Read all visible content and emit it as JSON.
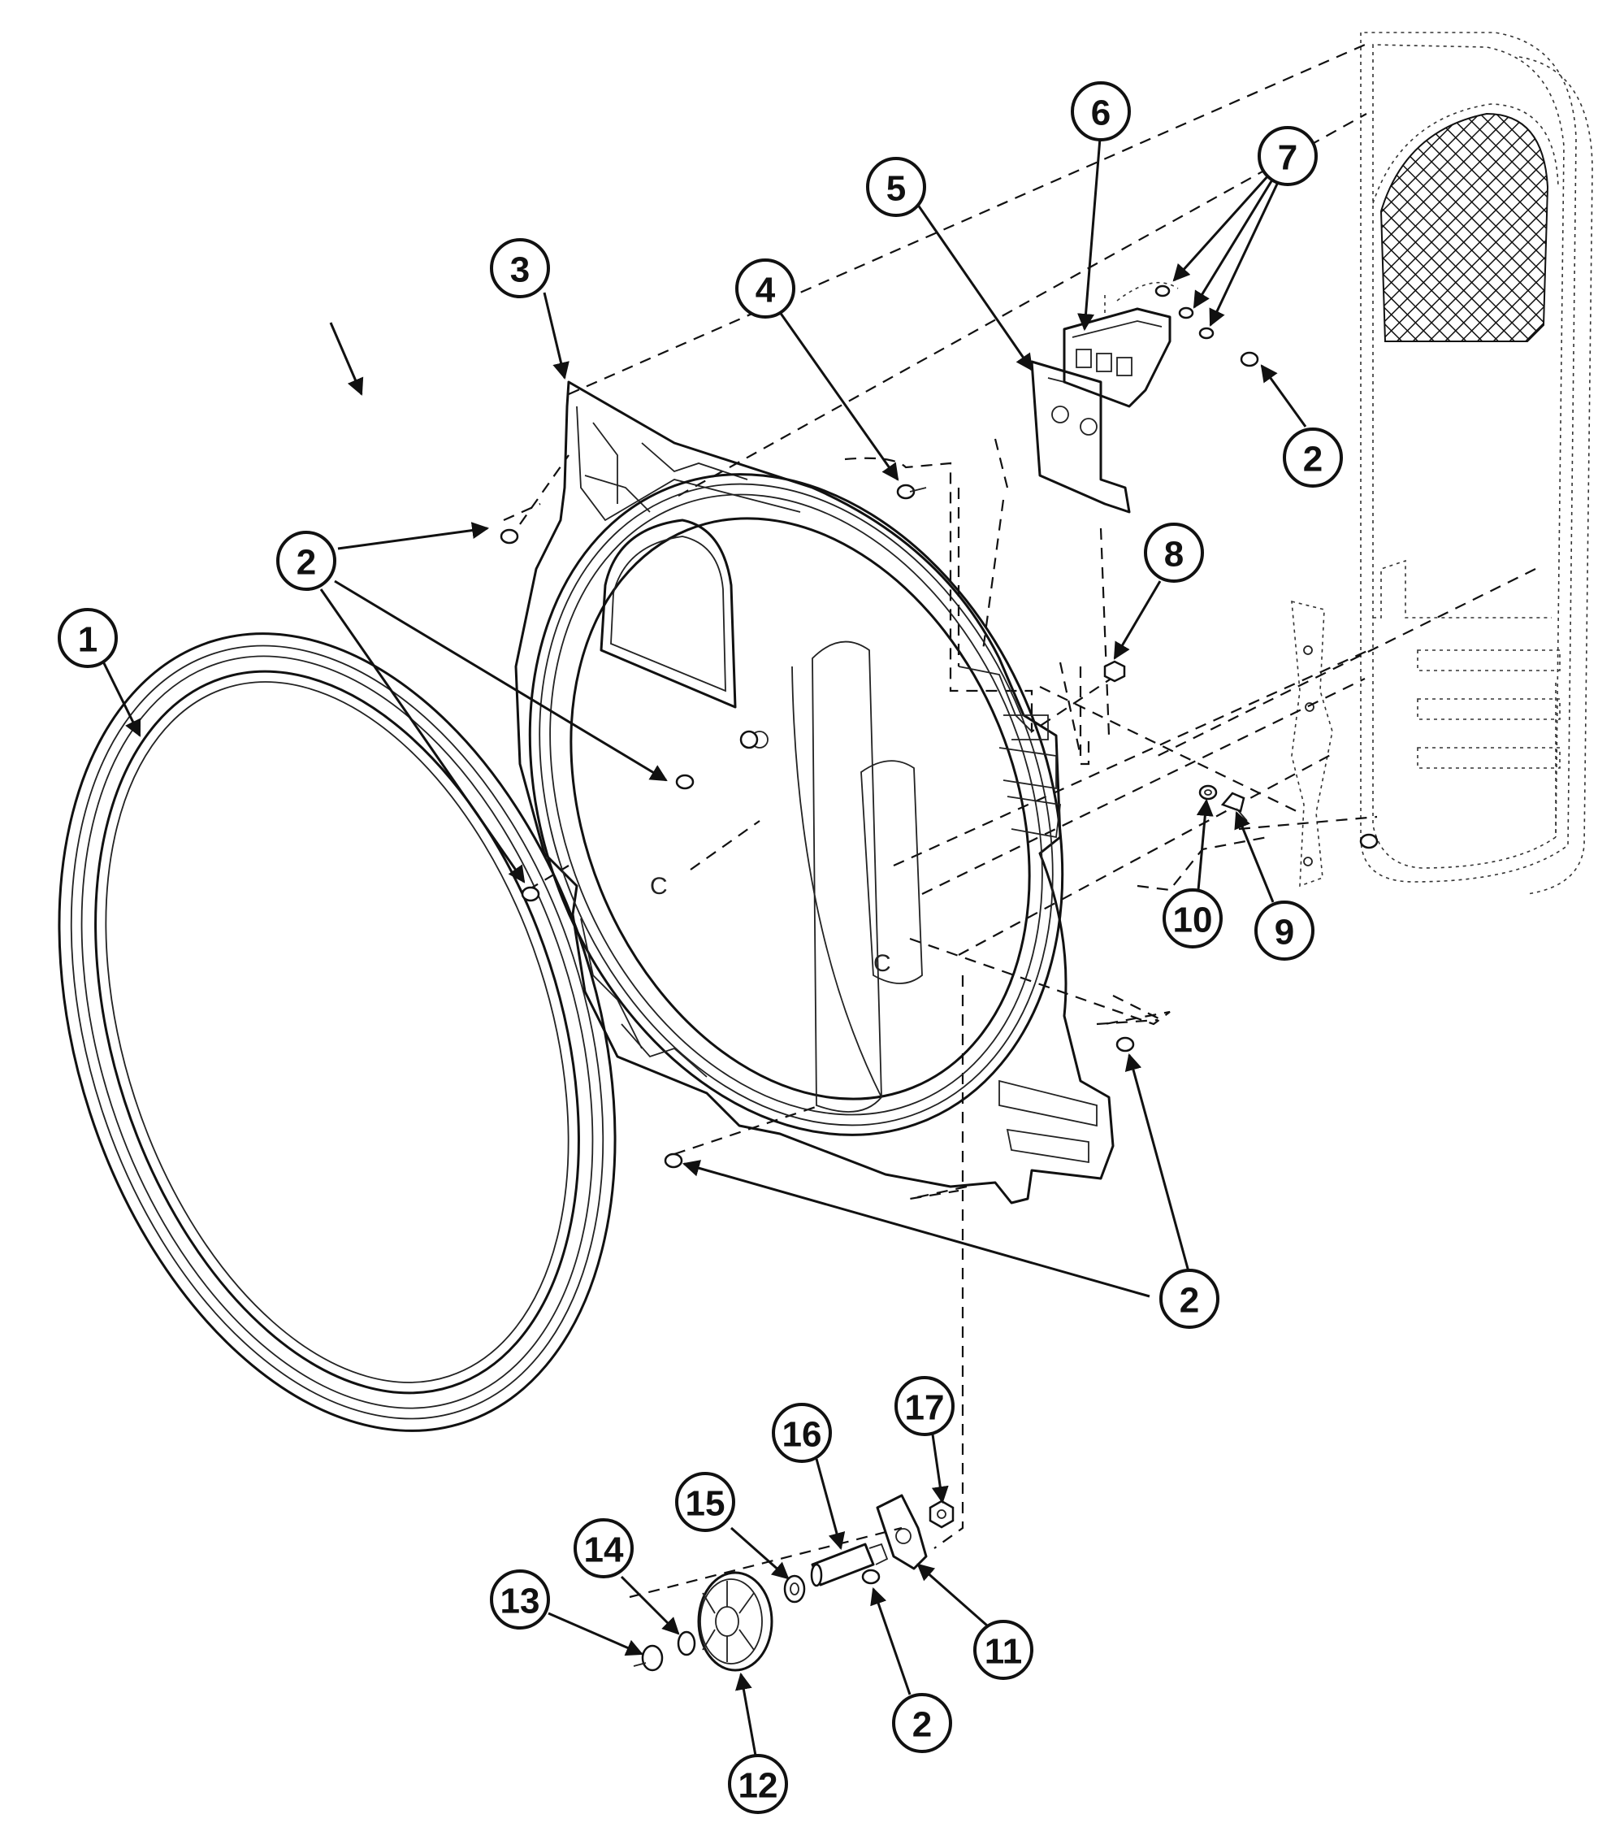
{
  "callouts": [
    {
      "id": "c1",
      "label": "1"
    },
    {
      "id": "c2a",
      "label": "2"
    },
    {
      "id": "c2b",
      "label": "2"
    },
    {
      "id": "c2c",
      "label": "2"
    },
    {
      "id": "c2d",
      "label": "2"
    },
    {
      "id": "c3",
      "label": "3"
    },
    {
      "id": "c4",
      "label": "4"
    },
    {
      "id": "c5",
      "label": "5"
    },
    {
      "id": "c6",
      "label": "6"
    },
    {
      "id": "c7",
      "label": "7"
    },
    {
      "id": "c8",
      "label": "8"
    },
    {
      "id": "c9",
      "label": "9"
    },
    {
      "id": "c10",
      "label": "10"
    },
    {
      "id": "c11",
      "label": "11"
    },
    {
      "id": "c12",
      "label": "12"
    },
    {
      "id": "c13",
      "label": "13"
    },
    {
      "id": "c14",
      "label": "14"
    },
    {
      "id": "c15",
      "label": "15"
    },
    {
      "id": "c16",
      "label": "16"
    },
    {
      "id": "c17",
      "label": "17"
    }
  ],
  "colors": {
    "ink": "#111111",
    "paper": "#ffffff"
  }
}
